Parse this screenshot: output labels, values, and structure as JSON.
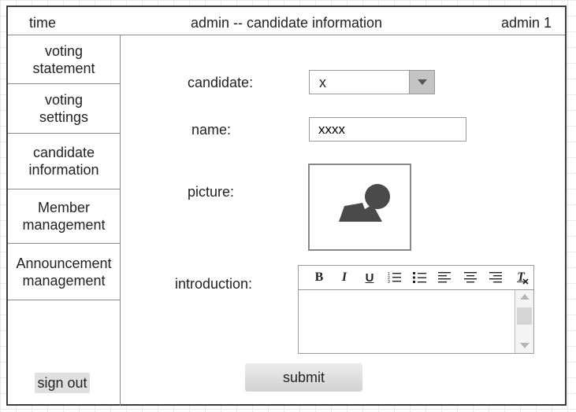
{
  "header": {
    "time": "time",
    "title": "admin -- candidate information",
    "user": "admin 1"
  },
  "sidebar": {
    "items": [
      {
        "line1": "voting",
        "line2": "statement"
      },
      {
        "line1": "voting",
        "line2": "settings"
      },
      {
        "line1": "candidate",
        "line2": "information"
      },
      {
        "line1": "Member",
        "line2": "management"
      },
      {
        "line1": "Announcement",
        "line2": "management"
      }
    ],
    "sign_out": "sign out"
  },
  "form": {
    "candidate_label": "candidate:",
    "candidate_value": "x",
    "name_label": "name:",
    "name_value": "xxxx",
    "picture_label": "picture:",
    "introduction_label": "introduction:",
    "submit_label": "submit"
  },
  "editor_toolbar": {
    "bold": "B",
    "italic": "I",
    "underline": "U",
    "ordered_list": "ordered-list-icon",
    "unordered_list": "unordered-list-icon",
    "align_left": "align-left-icon",
    "align_center": "align-center-icon",
    "align_right": "align-right-icon",
    "clear_format": "T"
  },
  "colors": {
    "frame": "#3c3c3c",
    "dropdown_arrow_bg": "#c4c4c4",
    "button_bg": "#dcdcdc",
    "placeholder_image": "#4a4a4a"
  }
}
